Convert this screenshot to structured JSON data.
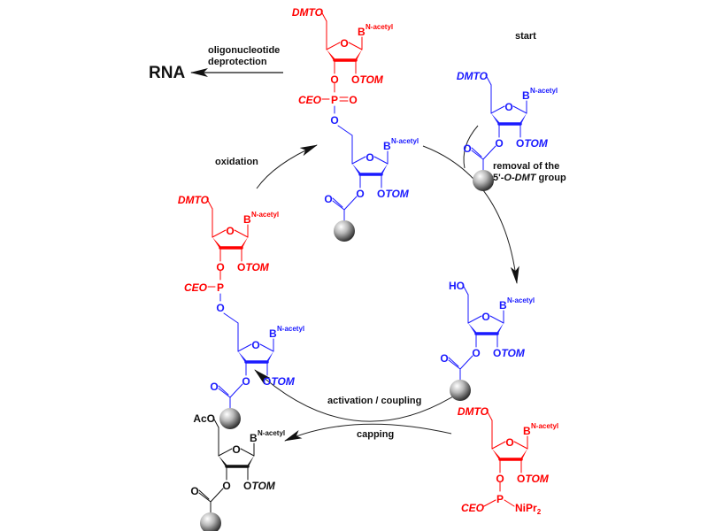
{
  "colors": {
    "red": "#ff0000",
    "blue": "#1a1aff",
    "black": "#111111"
  },
  "labels": {
    "product": "RNA",
    "deprotection_line1": "oligonucleotide",
    "deprotection_line2": "deprotection",
    "start": "start",
    "removal_line1": "removal of the",
    "removal_line2_prefix": "5'-",
    "removal_line2_italic": "O-DMT",
    "removal_line2_suffix": " group",
    "oxidation": "oxidation",
    "activation_coupling": "activation / coupling",
    "capping": "capping"
  },
  "atoms": {
    "dmto": "DMTO",
    "ho": "HO",
    "aco": "AcO",
    "base": "B",
    "base_sup": "N-acetyl",
    "ring_o": "O",
    "otom_o": "O",
    "tom": "TOM",
    "ester_o": "O",
    "link_o": "O",
    "p": "P",
    "ceo": "CEO",
    "p_double_o": "O",
    "nipr": "NiPr",
    "nipr_sub": "2"
  },
  "structures": [
    {
      "id": "start",
      "caption": "start",
      "five_prime": "DMTO",
      "color": "blue"
    },
    {
      "id": "deprotected",
      "five_prime": "HO",
      "color": "blue"
    },
    {
      "id": "phosphoramidite",
      "five_prime": "DMTO",
      "color": "red",
      "phosphorus": "P(CEO)NiPr2"
    },
    {
      "id": "phosphite-dimer",
      "five_prime": "DMTO",
      "color": "red+blue",
      "linkage": "phosphite triester"
    },
    {
      "id": "phosphate-dimer",
      "five_prime": "DMTO",
      "color": "red+blue",
      "linkage": "phosphate triester"
    },
    {
      "id": "capped",
      "five_prime": "AcO",
      "color": "black"
    }
  ]
}
